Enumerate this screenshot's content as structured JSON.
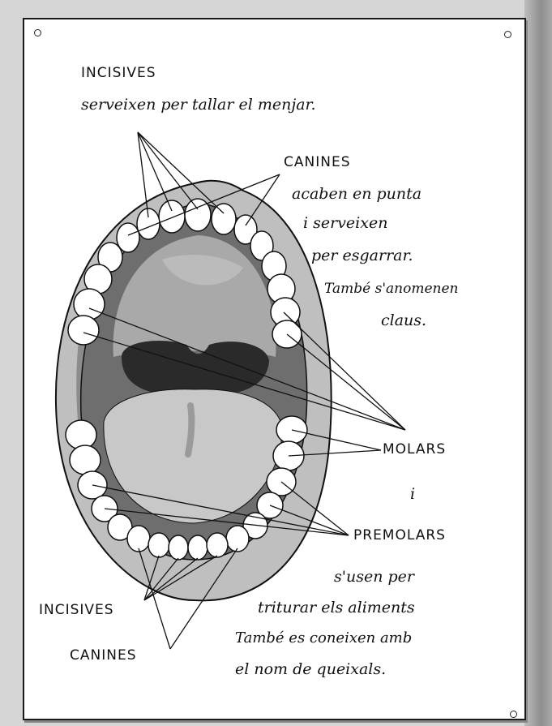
{
  "upper_incisors": {
    "title": "INCISIVES",
    "desc": "serveixen per tallar el menjar."
  },
  "upper_canines": {
    "title": "CANINES",
    "lines": [
      "acaben en punta",
      "i serveixen",
      "per esgarrar.",
      "També s'anomenen",
      "claus."
    ]
  },
  "molars": {
    "title": "MOLARS",
    "connector": "i"
  },
  "premolars": {
    "title": "PREMOLARS",
    "lines": [
      "s'usen per",
      "triturar els aliments",
      "També es coneixen amb",
      "el nom de queixals."
    ]
  },
  "lower_incisors": {
    "title": "INCISIVES"
  },
  "lower_canines": {
    "title": "CANINES"
  },
  "colors": {
    "ink": "#111111",
    "lip": "#bfbfbf",
    "lip_shadow": "#8c8c8c",
    "cavity": "#6e6e6e",
    "palate": "#a9a9a9",
    "throat": "#2a2a2a",
    "tongue": "#c8c8c8",
    "tooth": "#ffffff"
  }
}
